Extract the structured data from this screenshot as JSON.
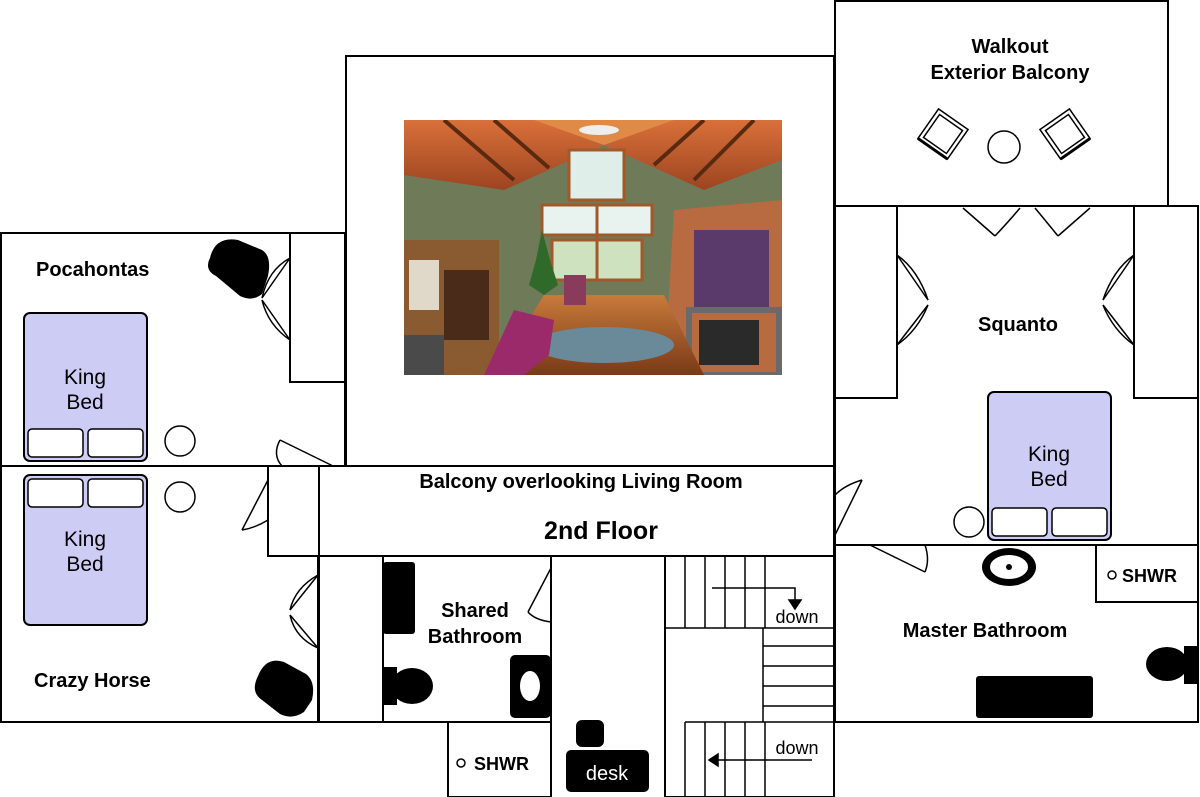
{
  "floor_title": "2nd Floor",
  "balcony_label": "Balcony overlooking Living Room",
  "rooms": {
    "walkout": {
      "line1": "Walkout",
      "line2": "Exterior Balcony"
    },
    "pocahontas": "Pocahontas",
    "crazy_horse": "Crazy Horse",
    "squanto": "Squanto",
    "shared_bath": {
      "line1": "Shared",
      "line2": "Bathroom"
    },
    "master_bath": "Master Bathroom"
  },
  "beds": {
    "pocahontas": {
      "line1": "King",
      "line2": "Bed"
    },
    "crazy_horse": {
      "line1": "King",
      "line2": "Bed"
    },
    "squanto": {
      "line1": "King",
      "line2": "Bed"
    }
  },
  "shower_label": "SHWR",
  "stairs_label": "down",
  "desk_label": "desk",
  "colors": {
    "bed_fill": "#ccccf5",
    "wall": "#000000",
    "photo_wood": "#c8643c",
    "photo_wall": "#7e8a60"
  }
}
